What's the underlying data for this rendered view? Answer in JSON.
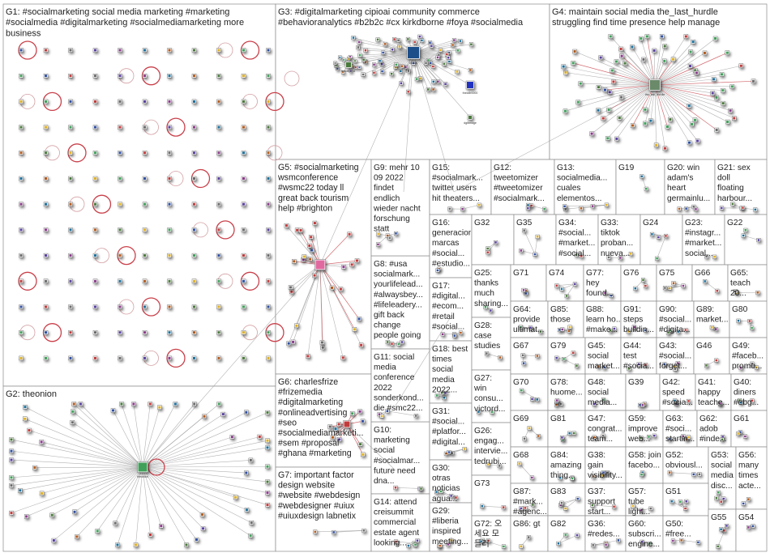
{
  "groups": [
    {
      "id": "G1",
      "label": "G1: #socialmarketing social media marketing #marketing\n#socialmedia #digitalmarketing #socialmediamarketing more\nbusiness"
    },
    {
      "id": "G2",
      "label": "G2: theonion"
    },
    {
      "id": "G3",
      "label": "G3: #digitalmarketing cipioai community commerce\n#behavioranalytics #b2b2c #cx kirkdborne #foya #socialmedia"
    },
    {
      "id": "G4",
      "label": "G4: maintain social media the_last_hurdle\nstruggling find time presence help manage"
    },
    {
      "id": "G5",
      "label": "G5: #socialmarketing\nwsmconference\n#wsmc22 today ll\ngreat back tourism\nhelp #brighton"
    },
    {
      "id": "G6",
      "label": "G6: charlesfrize\n#frizemedia\n#digitalmarketing\n#onlineadvertising\n#seo\n#socialmediamarketi...\n#sem #proposal\n#ghana #marketing"
    },
    {
      "id": "G7",
      "label": "G7: important factor\ndesign website\n#website #webdesign\n#webdesigner #uiux\n#uiuxdesign labnetix"
    },
    {
      "id": "G8",
      "label": "G8: #usa\nsocialmark...\nyourlifelead...\n#alwaysbey...\n#lifeleadery...\ngift back\nchange\npeople going"
    },
    {
      "id": "G9",
      "label": "G9: mehr 10\n09 2022\nfindet\nendlich\nwieder nacht\nforschung\nstatt"
    },
    {
      "id": "G10",
      "label": "G10:\nmarketing\nsocial\n#socialmar...\nfuture need\ndna..."
    },
    {
      "id": "G11",
      "label": "G11: social\nmedia\nconference\n2022\nsonderkond...\ndie #smc22..."
    },
    {
      "id": "G12",
      "label": "G12:\ntweetomizer\n#tweetomizer\n#socialmark..."
    },
    {
      "id": "G13",
      "label": "G13:\nsocialmedia...\ncuales\nelementos..."
    },
    {
      "id": "G14",
      "label": "G14: attend\ncreisummit\ncommercial\nestate agent\nlooking..."
    },
    {
      "id": "G15",
      "label": "G15:\n#socialmark...\ntwitter users\nhit theaters..."
    },
    {
      "id": "G16",
      "label": "G16:\ngeneracion\nmarcas\n#social...\n#estudio..."
    },
    {
      "id": "G17",
      "label": "G17:\n#digital...\n#ecom...\n#retail\n#social..."
    },
    {
      "id": "G18",
      "label": "G18: best\ntimes\nsocial\nmedia\n2022..."
    },
    {
      "id": "G19",
      "label": "G19"
    },
    {
      "id": "G20",
      "label": "G20: win\nadam's\nheart\ngermainlu..."
    },
    {
      "id": "G21",
      "label": "G21: sex\ndoll\nfloating\nharbour..."
    },
    {
      "id": "G22",
      "label": "G22"
    },
    {
      "id": "G23",
      "label": "G23:\n#instagr...\n#market...\nsocial..."
    },
    {
      "id": "G24",
      "label": "G24"
    },
    {
      "id": "G25",
      "label": "G25:\nthanks\nmuch\nsharing..."
    },
    {
      "id": "G26",
      "label": "G26:\nengag...\nintervie...\ntedrubi..."
    },
    {
      "id": "G27",
      "label": "G27:\nwin\nconsu...\nvictord..."
    },
    {
      "id": "G28",
      "label": "G28:\ncase\nstudies"
    },
    {
      "id": "G29",
      "label": "G29:\n#liberia\ninspired\nmeeting..."
    },
    {
      "id": "G30",
      "label": "G30:\notras\nnoticias\nagua..."
    },
    {
      "id": "G31",
      "label": "G31:\n#social...\n#platfor...\n#digital..."
    },
    {
      "id": "G32",
      "label": "G32"
    },
    {
      "id": "G33",
      "label": "G33:\ntiktok\nproban...\nnueva..."
    },
    {
      "id": "G34",
      "label": "G34:\n#social...\n#market...\n#social..."
    },
    {
      "id": "G35",
      "label": "G35"
    },
    {
      "id": "G36",
      "label": "G36:\n#redes..."
    },
    {
      "id": "G37",
      "label": "G37:\nsupport\nstart..."
    },
    {
      "id": "G38",
      "label": "G38:\ngain\nvisibility..."
    },
    {
      "id": "G39",
      "label": "G39"
    },
    {
      "id": "G40",
      "label": "G40:\ndiners\n#ebg..."
    },
    {
      "id": "G41",
      "label": "G41:\nhappy\nteache..."
    },
    {
      "id": "G42",
      "label": "G42:\nspeed\n#socia..."
    },
    {
      "id": "G43",
      "label": "G43:\n#social...\nforget..."
    },
    {
      "id": "G44",
      "label": "G44:\ntest\n#socia..."
    },
    {
      "id": "G45",
      "label": "G45:\nsocial\nmarket..."
    },
    {
      "id": "G46",
      "label": "G46"
    },
    {
      "id": "G47",
      "label": "G47:\ncongrat...\nteam..."
    },
    {
      "id": "G48",
      "label": "G48:\nsocial\nmedia..."
    },
    {
      "id": "G49",
      "label": "G49:\n#faceb...\npromo..."
    },
    {
      "id": "G50",
      "label": "G50:\n#free..."
    },
    {
      "id": "G51",
      "label": "G51"
    },
    {
      "id": "G52",
      "label": "G52:\nobviousl..."
    },
    {
      "id": "G53",
      "label": "G53:\nsocial\nmedia\ndisc..."
    },
    {
      "id": "G54",
      "label": "G54"
    },
    {
      "id": "G55",
      "label": "G55"
    },
    {
      "id": "G56",
      "label": "G56:\nmany\ntimes\nacte..."
    },
    {
      "id": "G57",
      "label": "G57:\ntube\nlight..."
    },
    {
      "id": "G58",
      "label": "G58: join\nfacebo..."
    },
    {
      "id": "G59",
      "label": "G59:\nimprove\nweb..."
    },
    {
      "id": "G60",
      "label": "G60:\nsubscri...\nengine..."
    },
    {
      "id": "G61",
      "label": "G61"
    },
    {
      "id": "G62",
      "label": "G62:\nadob\n#inde..."
    },
    {
      "id": "G63",
      "label": "G63:\n#soci...\nstartin..."
    },
    {
      "id": "G64",
      "label": "G64:\nprovide\nultimat..."
    },
    {
      "id": "G65",
      "label": "G65:\nteach\n20..."
    },
    {
      "id": "G66",
      "label": "G66"
    },
    {
      "id": "G67",
      "label": "G67"
    },
    {
      "id": "G68",
      "label": "G68"
    },
    {
      "id": "G69",
      "label": "G69"
    },
    {
      "id": "G70",
      "label": "G70"
    },
    {
      "id": "G71",
      "label": "G71"
    },
    {
      "id": "G72",
      "label": "G72: 오\n세요 모\n들러"
    },
    {
      "id": "G73",
      "label": "G73"
    },
    {
      "id": "G74",
      "label": "G74"
    },
    {
      "id": "G75",
      "label": "G75"
    },
    {
      "id": "G76",
      "label": "G76"
    },
    {
      "id": "G77",
      "label": "G77:\nhey\nfound..."
    },
    {
      "id": "G78",
      "label": "G78:\nhuome..."
    },
    {
      "id": "G79",
      "label": "G79"
    },
    {
      "id": "G80",
      "label": "G80"
    },
    {
      "id": "G81",
      "label": "G81"
    },
    {
      "id": "G82",
      "label": "G82"
    },
    {
      "id": "G83",
      "label": "G83"
    },
    {
      "id": "G84",
      "label": "G84:\namazing\nthing..."
    },
    {
      "id": "G85",
      "label": "G85:\nthose"
    },
    {
      "id": "G86",
      "label": "G86: gt"
    },
    {
      "id": "G87",
      "label": "G87:\n#mark...\n#agenc..."
    },
    {
      "id": "G88",
      "label": "G88:\nlearn ho...\n#make..."
    },
    {
      "id": "G89",
      "label": "G89:\nmarket..."
    },
    {
      "id": "G90",
      "label": "G90:\n#social...\n#digita..."
    },
    {
      "id": "G91",
      "label": "G91:\nsteps\nbuildin..."
    }
  ],
  "hub_tags": {
    "G3_hub": "cipioai",
    "G3_second": "kirkdborne",
    "G3_third": "dgtlbridge",
    "G3_fourth": "thecdlr0000",
    "G2_hub": "theonion",
    "G4_hub": "the_last_hurdle"
  },
  "colors": {
    "panel_border": "#8c8c8c",
    "edge": "#9a9a9a",
    "edge_highlight": "#c8474f",
    "loop": "#d4a0a4",
    "node_palette": [
      "#2f4fa2",
      "#4a7a3a",
      "#8a3a8a",
      "#c23a3a",
      "#e0b020",
      "#1d6f9c",
      "#6a6a6a",
      "#3fa05a",
      "#b35a1f",
      "#5a3fa0"
    ]
  }
}
